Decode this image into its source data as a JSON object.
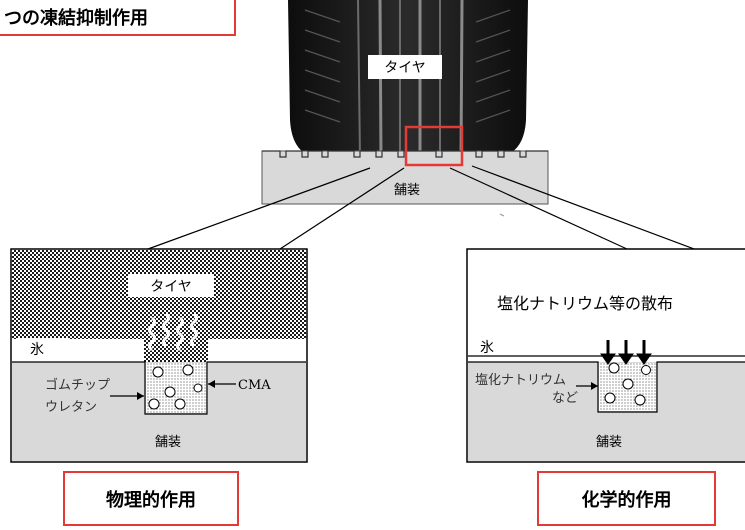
{
  "header_box": {
    "text": "つの凍結抑制作用"
  },
  "tire": {
    "label": "タイヤ"
  },
  "top_pavement": {
    "label": "舗装"
  },
  "physical": {
    "tire_label": "タイヤ",
    "ice_label": "氷",
    "rubber_label_line1": "ゴムチップ",
    "rubber_label_line2": "ウレタン",
    "cma_label": "CMA",
    "pavement_label": "舗装",
    "caption": "物理的作用"
  },
  "chemical": {
    "spread_label": "塩化ナトリウム等の散布",
    "ice_label": "氷",
    "salt_label_line1": "塩化ナトリウム",
    "salt_label_line2": "など",
    "pavement_label": "舗装",
    "caption": "化学的作用"
  },
  "colors": {
    "accent_red": "#e53935",
    "pavement_gray": "#d9d9d9",
    "tire_dark": "#1e1e1e"
  }
}
